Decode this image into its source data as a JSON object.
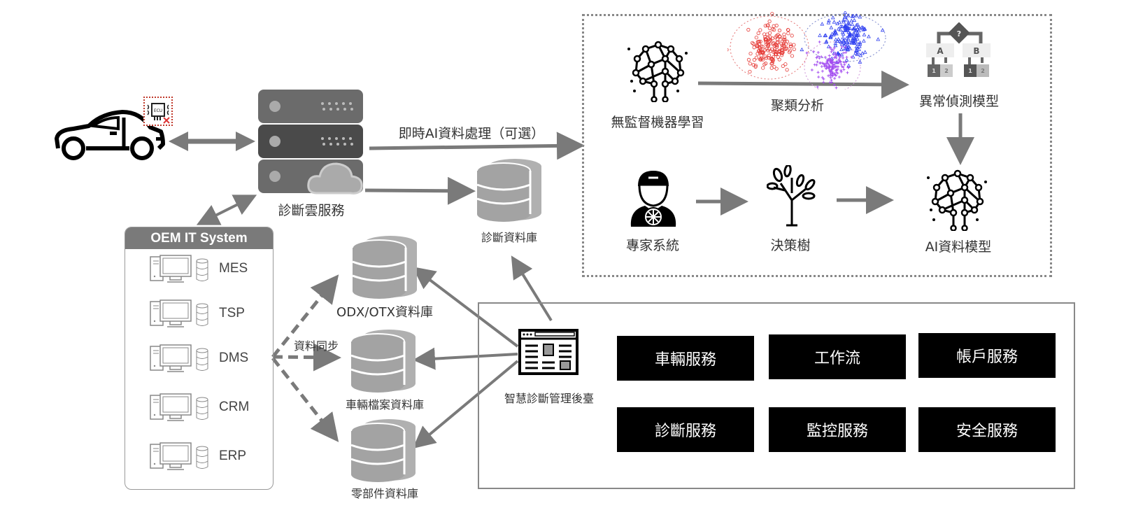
{
  "diagram": {
    "vehicle": {
      "ecu_label": "ECU"
    },
    "cloud_service": {
      "label": "診斷雲服務"
    },
    "realtime_link": {
      "label": "即時AI資料處理（可選）"
    },
    "diag_db": {
      "label": "診斷資料庫"
    },
    "oem_system": {
      "title": "OEM IT System",
      "items": [
        {
          "label": "MES"
        },
        {
          "label": "TSP"
        },
        {
          "label": "DMS"
        },
        {
          "label": "CRM"
        },
        {
          "label": "ERP"
        }
      ]
    },
    "sync_label": "資料同步",
    "databases": [
      {
        "label": "ODX/OTX資料庫"
      },
      {
        "label": "車輛檔案資料庫"
      },
      {
        "label": "零部件資料庫"
      }
    ],
    "ai": {
      "unsupervised": "無監督機器學習",
      "clustering": "聚類分析",
      "anomaly_model": "異常偵測模型",
      "expert_system": "專家系統",
      "decision_tree": "決策樹",
      "ai_model": "AI資料模型",
      "tree_nodes": {
        "q": "?",
        "a": "A",
        "b": "B",
        "l1": "1",
        "l2": "2"
      }
    },
    "backend": {
      "label": "智慧診斷管理後臺"
    },
    "services": [
      {
        "label": "車輛服務"
      },
      {
        "label": "工作流"
      },
      {
        "label": "帳戶服務"
      },
      {
        "label": "診斷服務"
      },
      {
        "label": "監控服務"
      },
      {
        "label": "安全服務"
      }
    ],
    "colors": {
      "arrow": "#7a7a7a",
      "cluster_red": "#e53935",
      "cluster_blue": "#2f3ff0",
      "cluster_purple": "#a24bf0"
    }
  }
}
